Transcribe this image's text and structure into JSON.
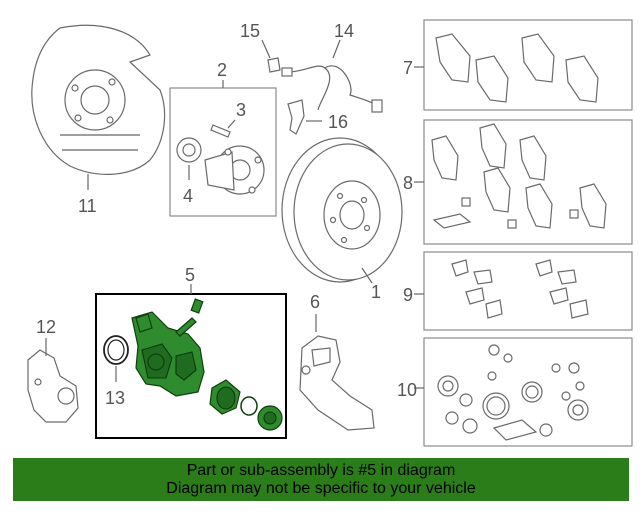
{
  "callouts": {
    "c1": "1",
    "c2": "2",
    "c3": "3",
    "c4": "4",
    "c5": "5",
    "c6": "6",
    "c7": "7",
    "c8": "8",
    "c9": "9",
    "c10": "10",
    "c11": "11",
    "c12": "12",
    "c13": "13",
    "c14": "14",
    "c15": "15",
    "c16": "16"
  },
  "banner": {
    "line1": "Part or sub-assembly is #5 in diagram",
    "line2": "Diagram may not be specific to your vehicle"
  },
  "colors": {
    "highlight": "#2e8b2e",
    "banner": "#2a7d18"
  }
}
